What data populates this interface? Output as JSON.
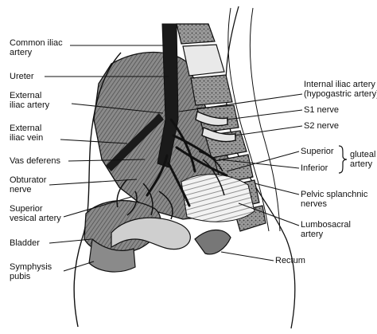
{
  "labels_left": {
    "common_iliac_artery": [
      "Common iliac",
      "artery"
    ],
    "ureter": [
      "Ureter"
    ],
    "external_iliac_artery": [
      "External",
      "iliac artery"
    ],
    "external_iliac_vein": [
      "External",
      "iliac vein"
    ],
    "vas_deferens": [
      "Vas deferens"
    ],
    "obturator_nerve": [
      "Obturator",
      "nerve"
    ],
    "superior_vesical_artery": [
      "Superior",
      "vesical artery"
    ],
    "bladder": [
      "Bladder"
    ],
    "symphysis_pubis": [
      "Symphysis",
      "pubis"
    ]
  },
  "labels_right": {
    "internal_iliac_artery": [
      "Internal iliac artery",
      "(hypogastric artery)"
    ],
    "s1_nerve": [
      "S1 nerve"
    ],
    "s2_nerve": [
      "S2 nerve"
    ],
    "superior": [
      "Superior"
    ],
    "inferior": [
      "Inferior"
    ],
    "gluteal_artery": [
      "gluteal",
      "artery"
    ],
    "pelvic_splanchnic_nerves": [
      "Pelvic splanchnic",
      "nerves"
    ],
    "lumbosacral_artery": [
      "Lumbosacral",
      "artery"
    ],
    "rectum": [
      "Rectum"
    ]
  },
  "colors": {
    "ink": "#111111",
    "tissue": "#6e6e6e",
    "tissue_dark": "#3a3a3a",
    "paper": "#ffffff"
  }
}
